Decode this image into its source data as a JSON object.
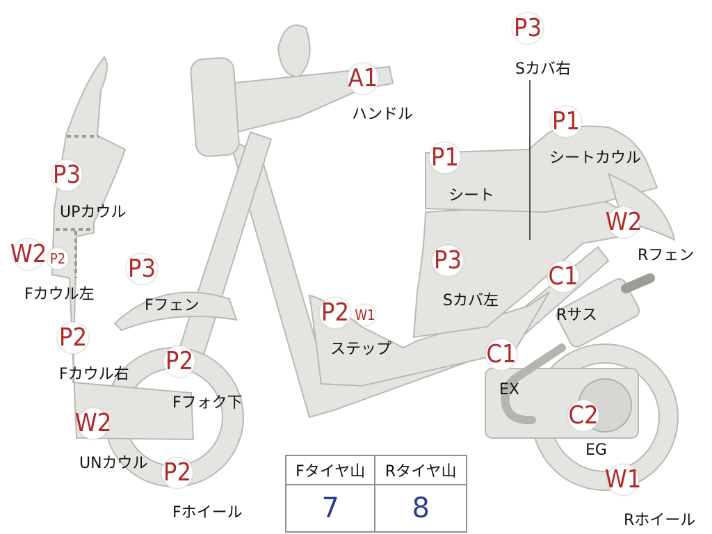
{
  "markers": {
    "a1_handle": "A1",
    "p3_s_cover_right": "P3",
    "p1_seat_cowl": "P1",
    "p1_seat": "P1",
    "p3_up_cowl": "P3",
    "w2_f_cowl_left": "W2",
    "p2_f_cowl_left": "P2",
    "p3_f_fender": "P3",
    "p2_step": "P2",
    "w1_step": "W1",
    "p3_s_cover_left": "P3",
    "w2_r_fender": "W2",
    "c1_r_sus": "C1",
    "p2_f_cowl_right": "P2",
    "p2_f_fork_lower": "P2",
    "c1_ex": "C1",
    "w2_un_cowl": "W2",
    "c2_eg": "C2",
    "p2_f_wheel": "P2",
    "w1_r_wheel": "W1"
  },
  "labels": {
    "handle": "ハンドル",
    "s_cover_right": "Sカバ右",
    "seat_cowl": "シートカウル",
    "seat": "シート",
    "up_cowl": "UPカウル",
    "f_cowl_left": "Fカウル左",
    "f_fender": "Fフェン",
    "step": "ステップ",
    "s_cover_left": "Sカバ左",
    "r_fender": "Rフェン",
    "r_sus": "Rサス",
    "f_cowl_right": "Fカウル右",
    "f_fork_lower": "Fフォク下",
    "ex": "EX",
    "un_cowl": "UNカウル",
    "eg": "EG",
    "f_wheel": "Fホイール",
    "r_wheel": "Rホイール"
  },
  "tire_table": {
    "f_header": "Fタイヤ山",
    "r_header": "Rタイヤ山",
    "f_value": "7",
    "r_value": "8"
  }
}
